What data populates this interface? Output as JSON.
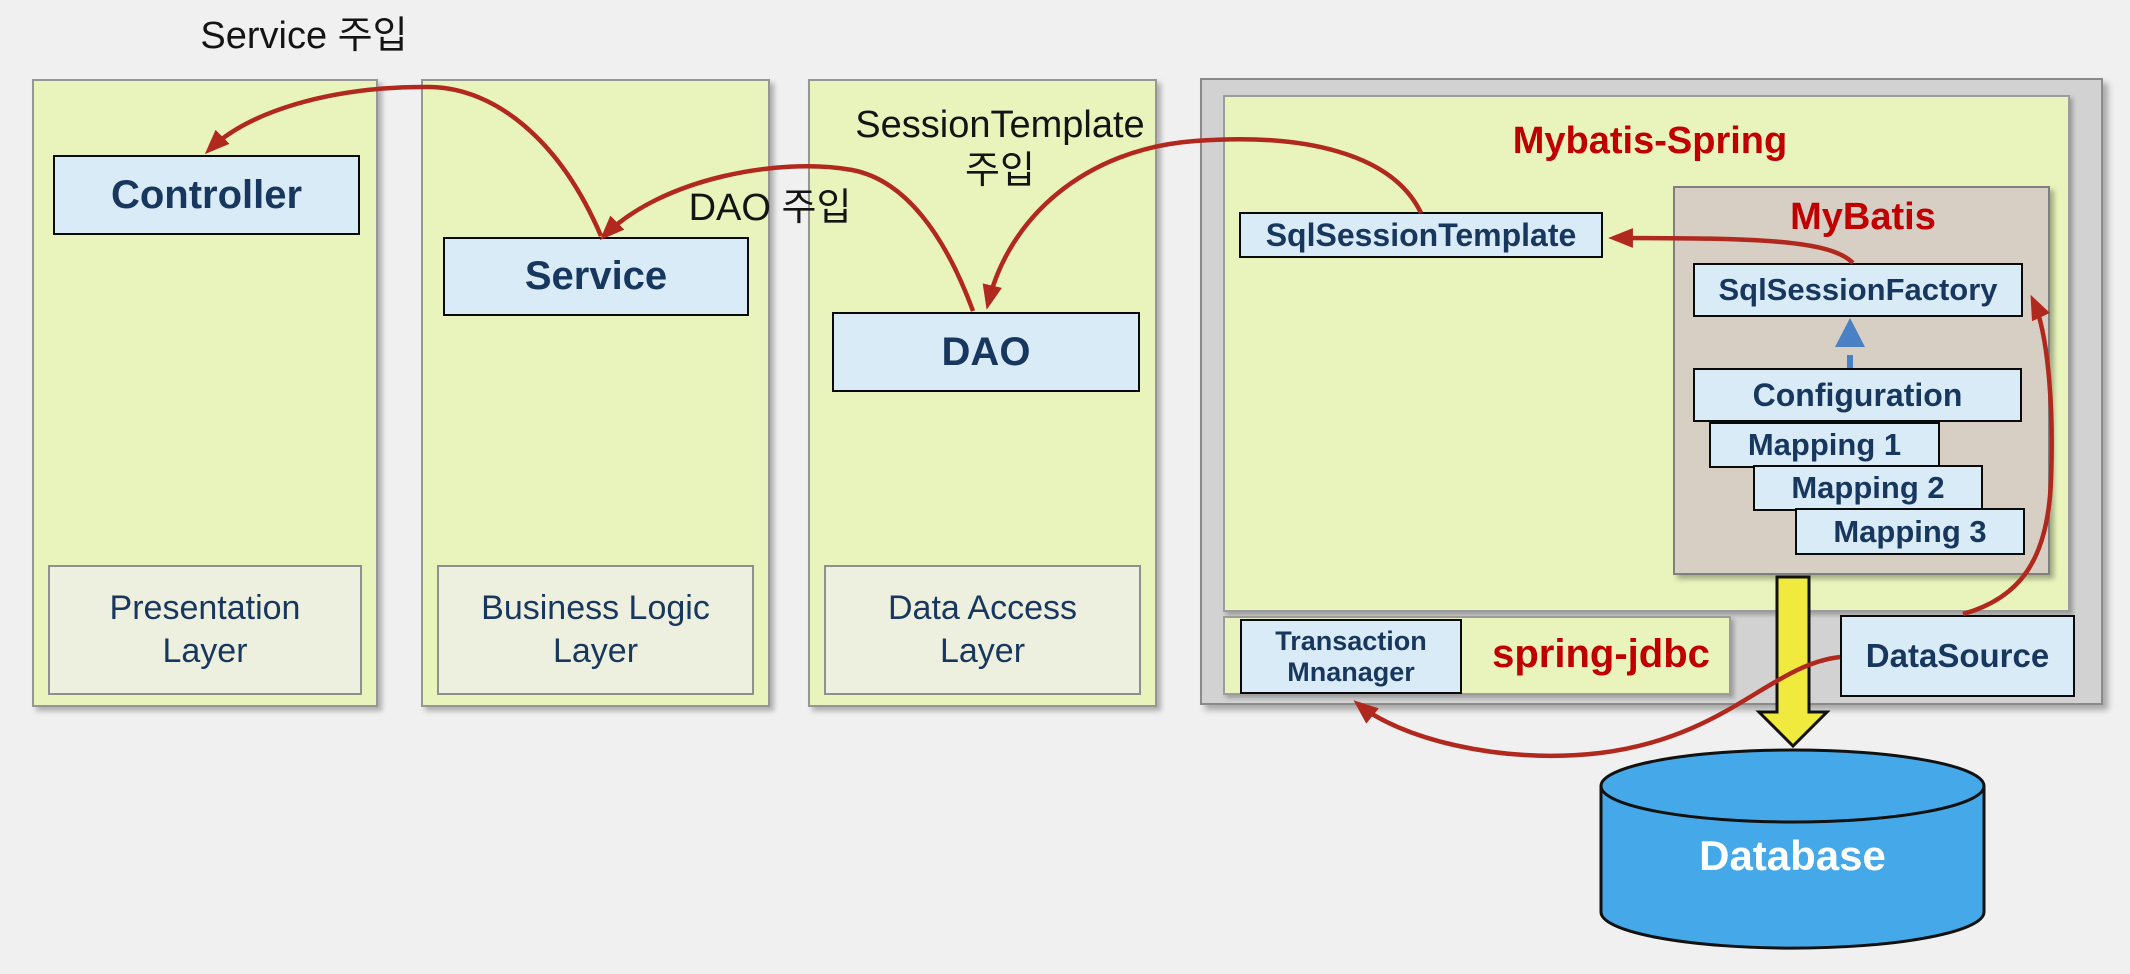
{
  "labels": {
    "service_injection": "Service 주입",
    "dao_injection": "DAO 주입",
    "session_template_injection_line1": "SessionTemplate",
    "session_template_injection_line2": "주입"
  },
  "layers": [
    {
      "component": "Controller",
      "name_line1": "Presentation",
      "name_line2": "Layer"
    },
    {
      "component": "Service",
      "name_line1": "Business Logic",
      "name_line2": "Layer"
    },
    {
      "component": "DAO",
      "name_line1": "Data Access",
      "name_line2": "Layer"
    }
  ],
  "mybatis_spring": {
    "title": "Mybatis-Spring",
    "sql_session_template": "SqlSessionTemplate",
    "mybatis": {
      "title": "MyBatis",
      "sql_session_factory": "SqlSessionFactory",
      "configuration": "Configuration",
      "mappings": [
        "Mapping 1",
        "Mapping 2",
        "Mapping 3"
      ]
    },
    "spring_jdbc": {
      "title": "spring-jdbc",
      "transaction_manager_line1": "Transaction",
      "transaction_manager_line2": "Mnanager"
    },
    "datasource": "DataSource"
  },
  "database": {
    "label": "Database"
  },
  "colors": {
    "layer_fill": "#E9F4BC",
    "component_fill": "#D9EBF7",
    "component_text": "#17375E",
    "arrow_red": "#B1281E",
    "title_red": "#C00000",
    "container_gray": "#D2D2D2",
    "mybatis_tan": "#D7CFC3",
    "database_blue": "#45A9E9",
    "block_arrow_yellow": "#EFEA3D",
    "dashed_arrow_blue": "#4A80C4"
  }
}
